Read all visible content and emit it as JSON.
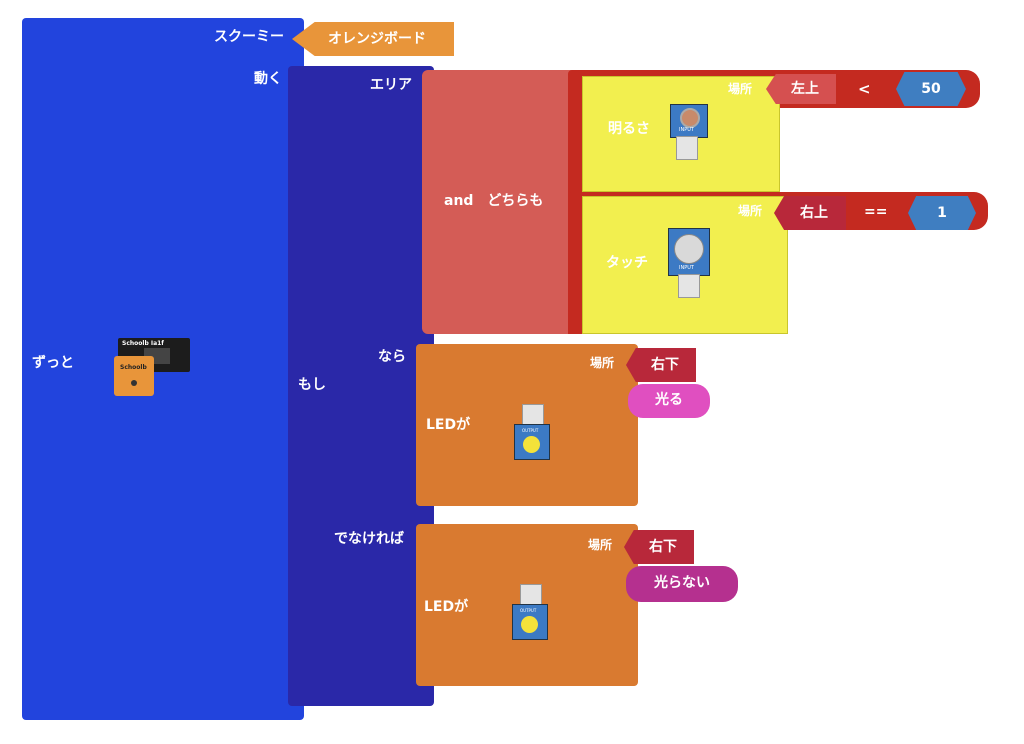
{
  "forever_block": {
    "label": "ずっと"
  },
  "scoomie_block": {
    "label": "スクーミー",
    "board": "オレンジボード",
    "move_label": "動く"
  },
  "board_image": {
    "top_text": "Schoolb Ia1f",
    "chip_text": "Schoolb"
  },
  "if_block": {
    "if_label": "もし",
    "area_label": "エリア",
    "then_label": "なら",
    "else_label": "でなければ"
  },
  "and_block": {
    "label": "and　どちらも"
  },
  "condition1": {
    "label": "明るさ",
    "place_label": "場所",
    "place_value": "左上",
    "operator": "<",
    "value": "50",
    "sensor_tag": "INPUT"
  },
  "condition2": {
    "label": "タッチ",
    "place_label": "場所",
    "place_value": "右上",
    "operator": "==",
    "value": "1",
    "sensor_tag": "INPUT"
  },
  "led_then": {
    "label": "LEDが",
    "place_label": "場所",
    "place_value": "右下",
    "action": "光る",
    "sensor_tag": "OUTPUT"
  },
  "led_else": {
    "label": "LEDが",
    "place_label": "場所",
    "place_value": "右下",
    "action": "光らない",
    "sensor_tag": "OUTPUT"
  },
  "colors": {
    "forever": "#2244dd",
    "if": "#2a28a8",
    "and": "#d45c56",
    "compare": "#c42a20",
    "sensor": "#f2ef4f",
    "led": "#d97a30",
    "number": "#3f7ec1",
    "board": "#e8953a",
    "on_pill": "#e04fc0",
    "off_pill": "#b5308f"
  }
}
